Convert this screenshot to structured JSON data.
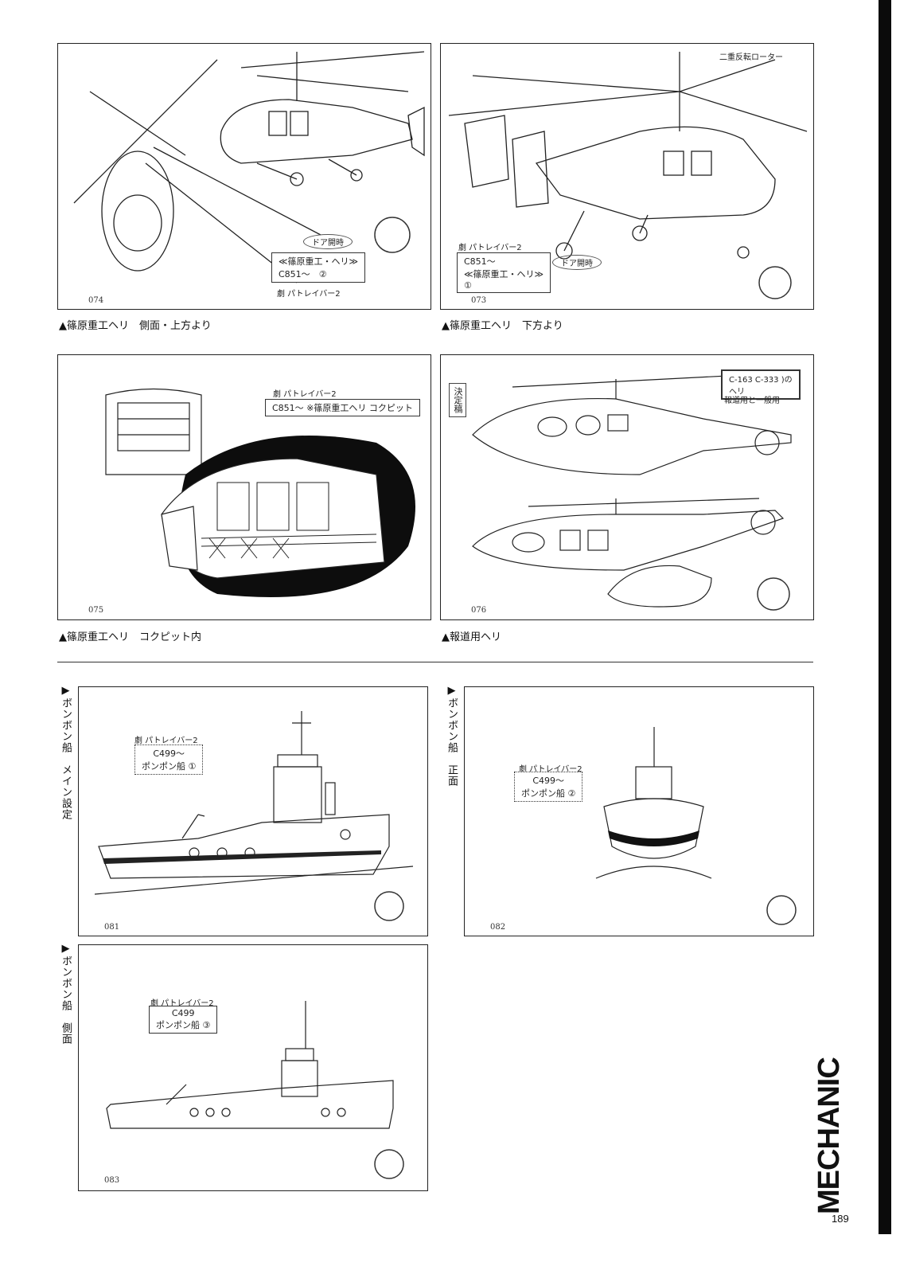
{
  "page": {
    "section_title": "MECHANIC",
    "page_number": "189",
    "accent_bar_color": "#0b0b0b"
  },
  "panels": [
    {
      "id": "074",
      "caption": "▲篠原重工ヘリ　側面・上方より",
      "notes": {
        "tag": "ドア開時",
        "title": "≪篠原重工・ヘリ≫",
        "cut": "C851～",
        "sheet": "②",
        "credit": "劇 パトレイバー2"
      }
    },
    {
      "id": "073",
      "caption": "▲篠原重工ヘリ　下方より",
      "notes": {
        "tag": "ドア開時",
        "title": "≪篠原重工・ヘリ≫",
        "cut": "C851～",
        "sheet": "①",
        "credit": "劇 パトレイバー2",
        "top": "二重反転ローター"
      }
    },
    {
      "id": "075",
      "caption": "▲篠原重工ヘリ　コクピット内",
      "notes": {
        "title": "C851～ ※篠原重工ヘリ コクピット",
        "credit": "劇 パトレイバー2"
      }
    },
    {
      "id": "076",
      "caption": "▲報道用ヘリ",
      "notes": {
        "stamp": "決定稿",
        "title": "C-163 C-333 )のヘリ",
        "sub": "報道用と一般用"
      }
    },
    {
      "id": "081",
      "caption": "▶ボンボン船　メイン設定",
      "notes": {
        "credit": "劇 パトレイバー2",
        "cut": "C499～",
        "title": "ポンポン船 ①"
      }
    },
    {
      "id": "082",
      "caption": "▶ボンボン船　正面",
      "notes": {
        "credit": "劇 パトレイバー2",
        "cut": "C499～",
        "title": "ポンポン船 ②"
      }
    },
    {
      "id": "083",
      "caption": "▶ボンボン船　側面",
      "notes": {
        "credit": "劇 パトレイバー2",
        "cut": "C499",
        "title": "ポンポン船 ③"
      }
    }
  ]
}
